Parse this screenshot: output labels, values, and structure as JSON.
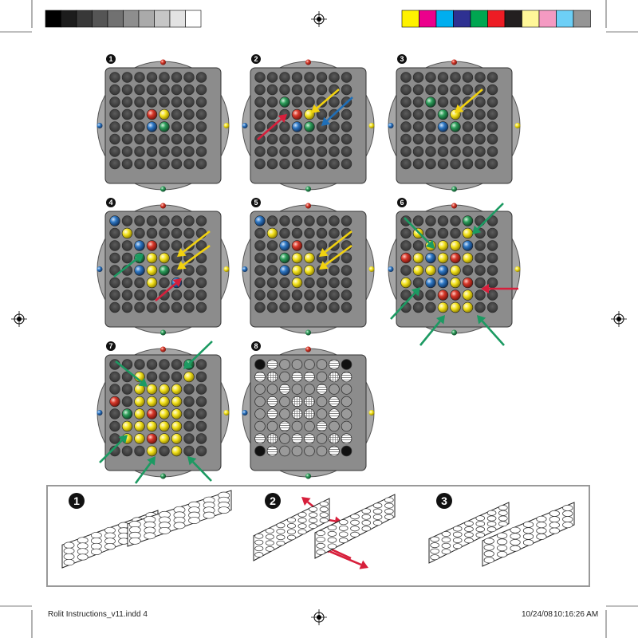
{
  "footer": {
    "file_name": "Rolit Instructions_v11.indd   4",
    "date": "10/24/08",
    "time": "10:16:26 AM"
  },
  "colors": {
    "red": "#d8392b",
    "yellow": "#f3e21b",
    "green": "#2e9e5b",
    "blue": "#2f78c4",
    "arrow_yellow": "#f2d20f",
    "arrow_red": "#d71f3b",
    "arrow_blue": "#1f6fb8",
    "arrow_green": "#1c9a62",
    "board_gray": "#8c8c8c",
    "hole_gray": "#4a4a4a",
    "assembly_border": "#999999"
  },
  "registration": {
    "grayscale": [
      "#000000",
      "#1c1c1c",
      "#383838",
      "#555555",
      "#717171",
      "#8e8e8e",
      "#aaaaaa",
      "#c6c6c6",
      "#e3e3e3",
      "#ffffff"
    ],
    "color": [
      "#fff200",
      "#ec008c",
      "#00aeef",
      "#2e3192",
      "#00a651",
      "#ed1c24",
      "#231f20",
      "#fff799",
      "#f49ac2",
      "#6dcff6",
      "#959595"
    ]
  },
  "boards": [
    {
      "number": "1",
      "balls": [
        [
          3,
          3,
          "red"
        ],
        [
          3,
          4,
          "yellow"
        ],
        [
          4,
          3,
          "blue"
        ],
        [
          4,
          4,
          "green"
        ]
      ]
    },
    {
      "number": "2",
      "balls": [
        [
          2,
          2,
          "green"
        ],
        [
          3,
          3,
          "red"
        ],
        [
          3,
          4,
          "yellow"
        ],
        [
          4,
          3,
          "blue"
        ],
        [
          4,
          4,
          "green"
        ]
      ]
    },
    {
      "number": "3",
      "balls": [
        [
          2,
          2,
          "green"
        ],
        [
          3,
          3,
          "green"
        ],
        [
          3,
          4,
          "yellow"
        ],
        [
          4,
          3,
          "blue"
        ],
        [
          4,
          4,
          "green"
        ]
      ]
    },
    {
      "number": "4",
      "balls": [
        [
          0,
          0,
          "blue"
        ],
        [
          1,
          1,
          "yellow"
        ],
        [
          2,
          2,
          "blue"
        ],
        [
          2,
          3,
          "red"
        ],
        [
          3,
          2,
          "green"
        ],
        [
          3,
          3,
          "yellow"
        ],
        [
          3,
          4,
          "yellow"
        ],
        [
          4,
          2,
          "blue"
        ],
        [
          4,
          3,
          "yellow"
        ],
        [
          4,
          4,
          "green"
        ],
        [
          5,
          3,
          "yellow"
        ],
        [
          5,
          5,
          "blue"
        ]
      ]
    },
    {
      "number": "5",
      "balls": [
        [
          0,
          0,
          "blue"
        ],
        [
          1,
          1,
          "yellow"
        ],
        [
          2,
          2,
          "blue"
        ],
        [
          2,
          3,
          "red"
        ],
        [
          3,
          2,
          "green"
        ],
        [
          3,
          3,
          "yellow"
        ],
        [
          3,
          4,
          "yellow"
        ],
        [
          4,
          2,
          "blue"
        ],
        [
          4,
          3,
          "yellow"
        ],
        [
          4,
          4,
          "yellow"
        ],
        [
          5,
          3,
          "yellow"
        ]
      ]
    },
    {
      "number": "6",
      "balls": [
        [
          0,
          5,
          "green"
        ],
        [
          1,
          1,
          "yellow"
        ],
        [
          1,
          5,
          "yellow"
        ],
        [
          2,
          2,
          "yellow"
        ],
        [
          2,
          3,
          "yellow"
        ],
        [
          2,
          4,
          "yellow"
        ],
        [
          2,
          5,
          "blue"
        ],
        [
          3,
          0,
          "red"
        ],
        [
          3,
          1,
          "yellow"
        ],
        [
          3,
          2,
          "blue"
        ],
        [
          3,
          3,
          "yellow"
        ],
        [
          3,
          4,
          "red"
        ],
        [
          3,
          5,
          "yellow"
        ],
        [
          4,
          1,
          "yellow"
        ],
        [
          4,
          2,
          "yellow"
        ],
        [
          4,
          3,
          "blue"
        ],
        [
          4,
          4,
          "yellow"
        ],
        [
          5,
          0,
          "yellow"
        ],
        [
          5,
          2,
          "blue"
        ],
        [
          5,
          3,
          "blue"
        ],
        [
          5,
          4,
          "yellow"
        ],
        [
          5,
          5,
          "red"
        ],
        [
          6,
          3,
          "red"
        ],
        [
          6,
          4,
          "red"
        ],
        [
          6,
          5,
          "yellow"
        ],
        [
          7,
          3,
          "yellow"
        ],
        [
          7,
          4,
          "yellow"
        ],
        [
          7,
          5,
          "yellow"
        ]
      ]
    },
    {
      "number": "7",
      "balls": [
        [
          0,
          6,
          "green"
        ],
        [
          1,
          2,
          "yellow"
        ],
        [
          1,
          6,
          "yellow"
        ],
        [
          2,
          2,
          "yellow"
        ],
        [
          2,
          3,
          "yellow"
        ],
        [
          2,
          4,
          "yellow"
        ],
        [
          2,
          5,
          "yellow"
        ],
        [
          3,
          0,
          "red"
        ],
        [
          3,
          2,
          "yellow"
        ],
        [
          3,
          3,
          "yellow"
        ],
        [
          3,
          4,
          "yellow"
        ],
        [
          3,
          5,
          "yellow"
        ],
        [
          4,
          1,
          "green"
        ],
        [
          4,
          2,
          "yellow"
        ],
        [
          4,
          3,
          "red"
        ],
        [
          4,
          4,
          "yellow"
        ],
        [
          4,
          5,
          "yellow"
        ],
        [
          5,
          1,
          "yellow"
        ],
        [
          5,
          2,
          "yellow"
        ],
        [
          5,
          3,
          "yellow"
        ],
        [
          5,
          4,
          "yellow"
        ],
        [
          5,
          5,
          "yellow"
        ],
        [
          6,
          1,
          "yellow"
        ],
        [
          6,
          2,
          "yellow"
        ],
        [
          6,
          3,
          "red"
        ],
        [
          6,
          4,
          "yellow"
        ],
        [
          6,
          5,
          "yellow"
        ],
        [
          7,
          3,
          "yellow"
        ],
        [
          7,
          5,
          "yellow"
        ]
      ]
    },
    {
      "number": "8",
      "pattern": true
    }
  ],
  "assembly_steps": [
    "1",
    "2",
    "3"
  ]
}
